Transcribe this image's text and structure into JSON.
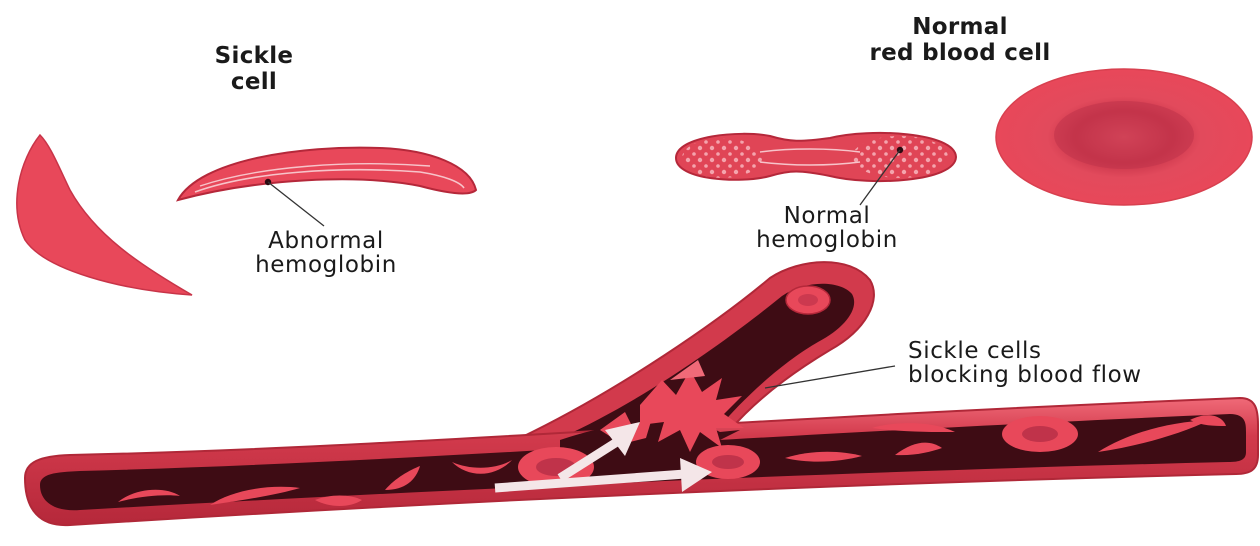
{
  "labels": {
    "sickle_title_1": "Sickle",
    "sickle_title_2": "cell",
    "normal_title_1": "Normal",
    "normal_title_2": "red blood cell",
    "abnormal_1": "Abnormal",
    "abnormal_2": "hemoglobin",
    "normal_hb_1": "Normal",
    "normal_hb_2": "hemoglobin",
    "blocking_1": "Sickle cells",
    "blocking_2": "blocking blood flow"
  },
  "colors": {
    "cell_red": "#e8485a",
    "cell_dark": "#b5283a",
    "vessel_wall": "#d23a4c",
    "vessel_lumen": "#3e0c14",
    "arrow": "#f4e6e8"
  }
}
